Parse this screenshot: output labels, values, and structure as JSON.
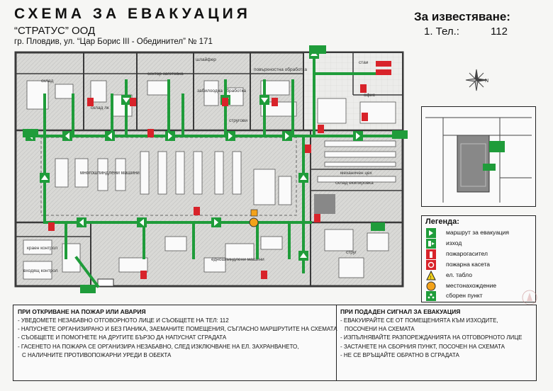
{
  "header": {
    "title": "СХЕМА ЗА ЕВАКУАЦИЯ",
    "company": "“СТРАТУС” ООД",
    "address": "гр. Пловдив, ул. “Цар Борис III - Обединител” № 171",
    "notify_title": "За известяване:",
    "phone_label": "1. Тел.:",
    "phone_number": "112"
  },
  "plan": {
    "rooms": {
      "sklad": "склад",
      "sklad_lk": "склад лк",
      "sektor_zagotovka": "сектор заготовка",
      "zabilo": "забилоодна обработка",
      "povarhnostna": "повърхностна обработка",
      "shlaifer": "шлайфер",
      "strugovi": "стругови",
      "stai": "стаи",
      "ofis": "офис",
      "mnogoshp": "многошпиндлени машини",
      "mehanichen": "механичен цех",
      "ekipirovka": "склад екипировка",
      "kraen": "краен контрол",
      "vhoden": "входящ контрол",
      "ednoshp": "едношпиндлени машини",
      "strug": "струг"
    },
    "compass_label": "N"
  },
  "legend": {
    "title": "Легенда:",
    "items": [
      {
        "icon": "evacuation-arrow-icon",
        "label": "маршрут за евакуация"
      },
      {
        "icon": "exit-icon",
        "label": "изход"
      },
      {
        "icon": "fire-extinguisher-icon",
        "label": "пожарогасител"
      },
      {
        "icon": "fire-hose-icon",
        "label": "пожарна касета"
      },
      {
        "icon": "electric-panel-icon",
        "label": "ел. табло"
      },
      {
        "icon": "you-are-here-icon",
        "label": "местонахождение"
      },
      {
        "icon": "assembly-point-icon",
        "label": "сборен пункт"
      }
    ]
  },
  "instructions": {
    "fire": {
      "title": "ПРИ ОТКРИВАНЕ НА ПОЖАР ИЛИ АВАРИЯ",
      "items": [
        "- УВЕДОМЕТЕ НЕЗАБАВНО ОТГОВОРНОТО ЛИЦЕ И СЪОБЩЕТЕ НА ТЕЛ: 112",
        "- НАПУСНЕТЕ ОРГАНИЗИРАНО И БЕЗ ПАНИКА, ЗАЕМАНИТЕ ПОМЕЩЕНИЯ, СЪГЛАСНО МАРШРУТИТЕ НА СХЕМАТА",
        "- СЪОБЩЕТЕ И ПОМОГНЕТЕ НА ДРУГИТЕ БЪРЗО ДА НАПУСНАТ СГРАДАТА",
        "- ГАСЕНЕТО НА ПОЖАРА СЕ ОРГАНИЗИРА НЕЗАБАВНО, СЛЕД ИЗКЛЮЧВАНЕ НА ЕЛ. ЗАХРАНВАНЕТО,",
        "  С НАЛИЧНИТЕ ПРОТИВОПОЖАРНИ УРЕДИ В ОБЕКТА"
      ]
    },
    "signal": {
      "title": "ПРИ ПОДАДЕН СИГНАЛ ЗА ЕВАКУАЦИЯ",
      "items": [
        "- ЕВАКУИРАЙТЕ СЕ ОТ ПОМЕЩЕНИЯТА КЪМ ИЗХОДИТЕ,",
        "  ПОСОЧЕНИ НА СХЕМАТА",
        "- ИЗПЪЛНЯВАЙТЕ РАЗПОРЕЖДАНИЯТА НА ОТГОВОРНОТО ЛИЦЕ",
        "- ЗАСТАНЕТЕ НА СБОРНИЯ ПУНКТ, ПОСОЧЕН НА СХЕМАТА",
        "- НЕ СЕ ВРЪЩАЙТЕ ОБРАТНО В СГРАДАТА"
      ]
    }
  },
  "colors": {
    "route_green": "#1f9c3a",
    "fire_red": "#d8232a",
    "wall": "#3a3a3a",
    "floor": "#d9d9d6",
    "marker_orange": "#f3a21b"
  }
}
